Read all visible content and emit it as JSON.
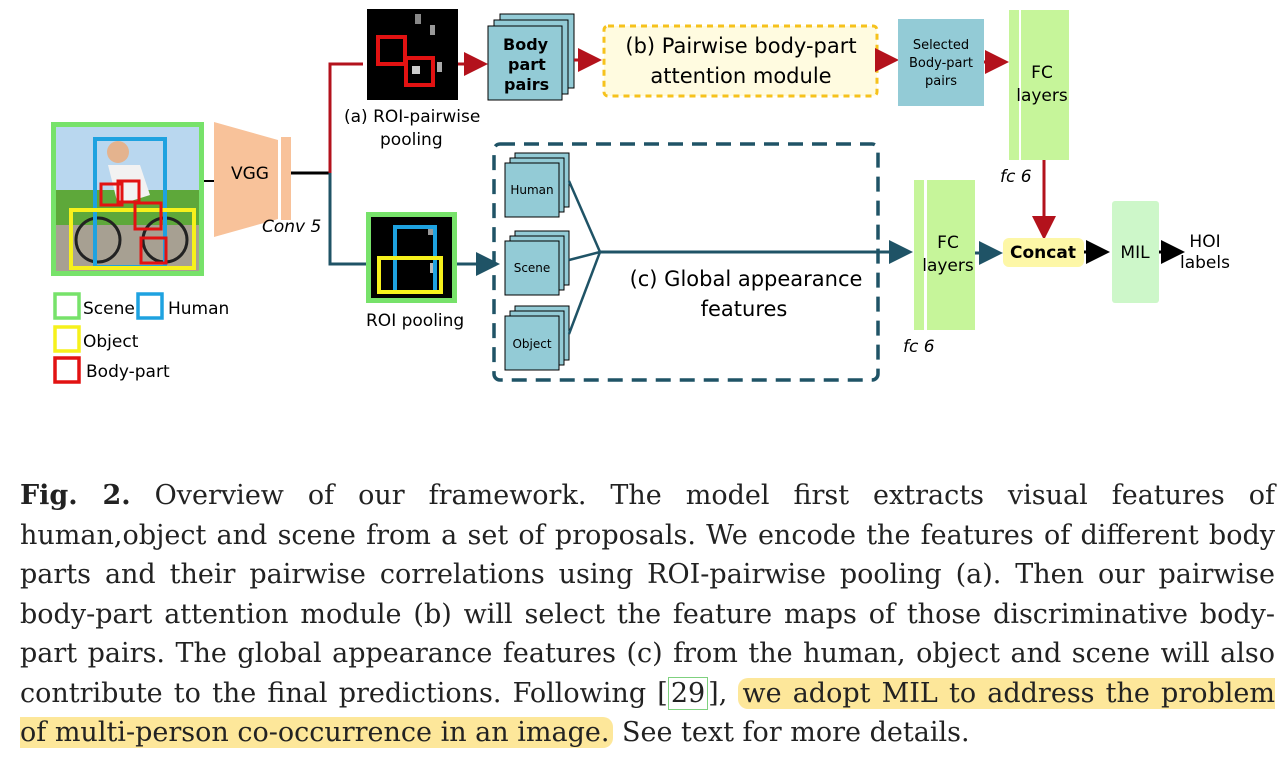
{
  "diagram": {
    "vgg": "VGG",
    "conv5": "Conv 5",
    "roi_pairwise_a": "(a) ROI-pairwise",
    "roi_pairwise_b": "pooling",
    "body_part_pairs": [
      "Body",
      "part",
      "pairs"
    ],
    "attention_line1": "(b) Pairwise body-part",
    "attention_line2": "attention module",
    "selected_pairs": [
      "Selected",
      "Body-part",
      "pairs"
    ],
    "fc_layers_top": [
      "FC",
      "layers"
    ],
    "fc6_top": "fc 6",
    "roi_pooling": "ROI pooling",
    "global_human": "Human",
    "global_scene": "Scene",
    "global_object": "Object",
    "global_label1": "(c) Global appearance",
    "global_label2": "features",
    "fc_layers_mid": [
      "FC",
      "layers"
    ],
    "fc6_mid": "fc 6",
    "concat": "Concat",
    "mil": "MIL",
    "hoi": [
      "HOI",
      "labels"
    ],
    "legend": {
      "scene": "Scene",
      "human": "Human",
      "object": "Object",
      "body_part": "Body-part"
    },
    "colors": {
      "scene": "#77e26a",
      "human": "#1ea2e0",
      "object": "#f6f11c",
      "body_part": "#e21212",
      "teal_box": "#93cbd6",
      "vgg": "#f8c29a",
      "fc": "#c6f59a",
      "concat": "#fdf7a7",
      "mil": "#cdf7c9",
      "teal_line": "#1f5366",
      "red_line": "#b3121c"
    }
  },
  "caption": {
    "fig": "Fig. 2.",
    "text1": " Overview of our framework. The model first extracts visual features of human,object and scene from a set of proposals. We encode the features of different body parts and their pairwise correlations using ROI-pairwise pooling (a). Then our pairwise body-part attention module (b) will select the feature maps of those discriminative body-part pairs. The global appearance features (c) from the human, object and scene will also contribute to the final predictions. Following ",
    "ref": "29",
    "text2": ", ",
    "highlight": "we adopt MIL to address the problem of multi-person co-occurrence in an image.",
    "text3": " See text for more details."
  }
}
